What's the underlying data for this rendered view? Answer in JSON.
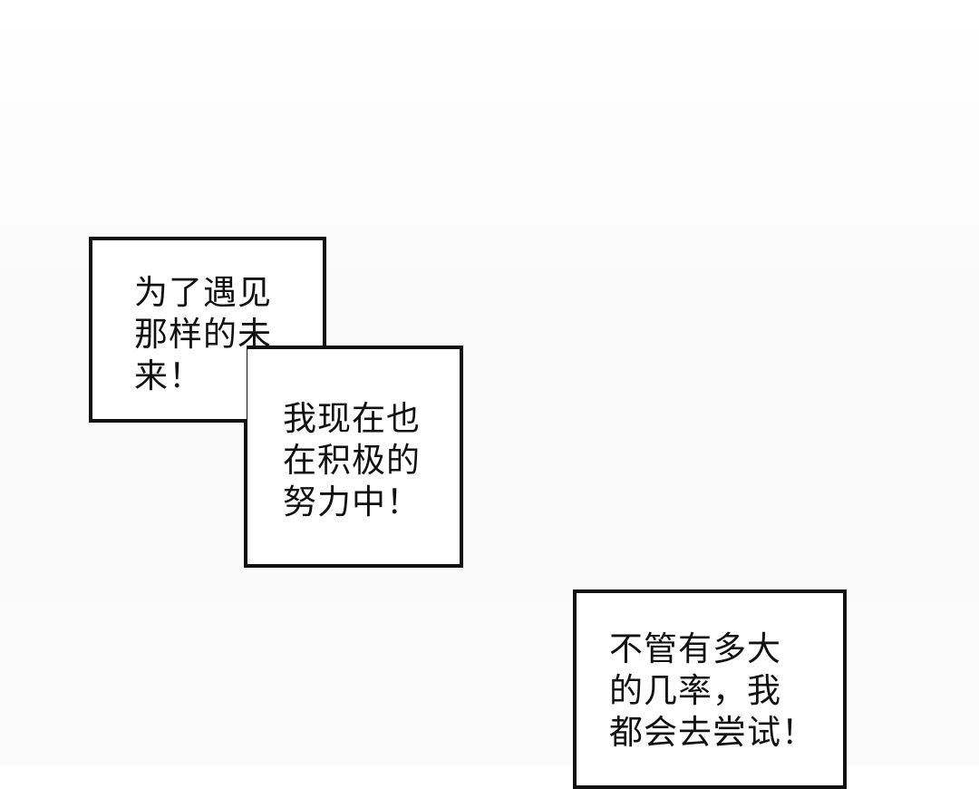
{
  "captions": {
    "first": "为了遇见\n那样的未\n来！",
    "second": "我现在也\n在积极的\n努力中！",
    "third": "不管有多大\n的几率，我\n都会去尝试！"
  }
}
